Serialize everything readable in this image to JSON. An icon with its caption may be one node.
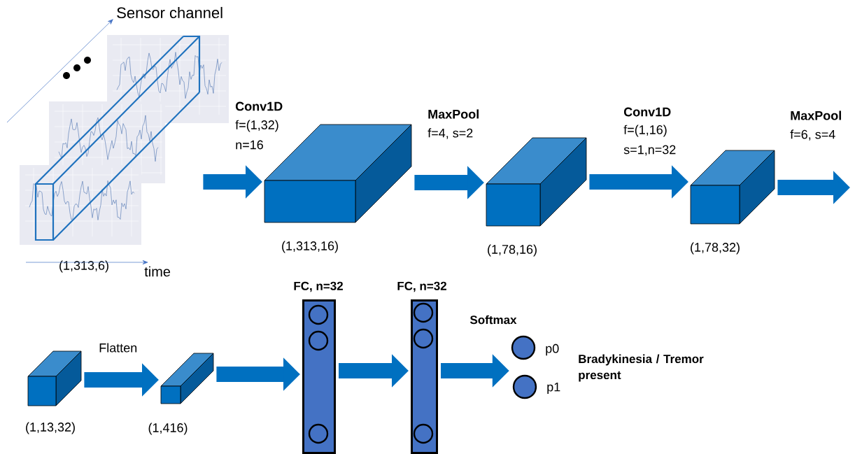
{
  "diagram": {
    "nodes": [
      {
        "text": [],
        "shape": "picture",
        "beside": [
          "(1,313,6)"
        ]
      },
      {
        "text": [],
        "shape": "box",
        "beside": [
          "(1,313,16)"
        ]
      },
      {
        "text": [],
        "shape": "box",
        "beside": [
          "(1,78,16)"
        ]
      },
      {
        "text": [],
        "shape": "box",
        "beside": [
          "(1,78,32)"
        ]
      },
      {
        "text": [],
        "shape": "box",
        "beside": [
          "(1,13,32)"
        ]
      },
      {
        "text": [],
        "shape": "box",
        "beside": [
          "(1,416)"
        ]
      },
      {
        "text": [
          "FC, n=32"
        ]
      },
      {
        "text": [],
        "shape": "circle",
        "in": 6
      },
      {
        "text": [],
        "shape": "circle",
        "in": 6
      },
      {
        "text": [],
        "shape": "circle",
        "in": 6
      },
      {
        "text": [
          "FC, n=32"
        ]
      },
      {
        "text": [],
        "shape": "circle",
        "in": 10
      },
      {
        "text": [],
        "shape": "circle",
        "in": 10
      },
      {
        "text": [],
        "shape": "circle",
        "in": 10
      },
      {
        "text": [],
        "shape": "circle",
        "beside": [
          "p0"
        ]
      },
      {
        "text": [],
        "shape": "circle",
        "beside": [
          "p1"
        ]
      }
    ],
    "edges": [
      {
        "from": 0,
        "to": 1,
        "arrow": "to"
      },
      {
        "from": 1,
        "to": 2,
        "arrow": "to"
      },
      {
        "from": 2,
        "to": 3,
        "arrow": "to"
      },
      {
        "from": 3,
        "to": null,
        "arrow": "to"
      },
      {
        "from": 4,
        "to": 5,
        "arrow": "to"
      },
      {
        "from": 5,
        "to": 6,
        "arrow": "to"
      },
      {
        "from": 6,
        "to": 10,
        "arrow": "to"
      },
      {
        "from": 10,
        "to": 14,
        "arrow": "to"
      },
      {
        "from": 10,
        "to": 15,
        "arrow": "to"
      }
    ],
    "labels": [
      "Sensor channel",
      "Conv1D",
      "f=(1,32)",
      "n=16",
      "MaxPool",
      "f=4, s=2",
      "Conv1D",
      "f=(1,16)",
      "s=1,n=32",
      "MaxPool",
      "f=6, s=4",
      "time",
      "Flatten",
      "Softmax",
      "Bradykinesia / Tremor present"
    ]
  }
}
